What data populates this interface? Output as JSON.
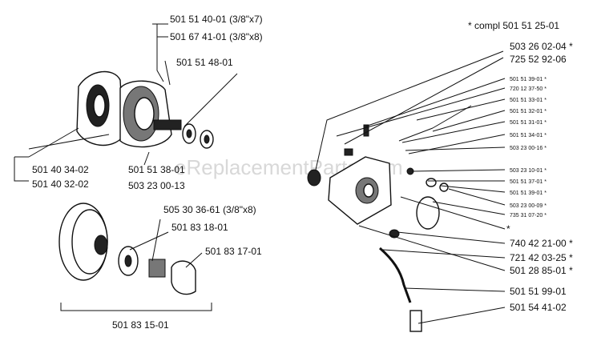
{
  "watermark": "eReplacementParts.com",
  "left_labels": {
    "l1": "501 51 40-01 (3/8\"x7)",
    "l2": "501 67 41-01 (3/8\"x8)",
    "l3": "501 51 48-01",
    "l4": "501 40 34-02",
    "l5": "501 40 32-02",
    "l6": "501 51 38-01",
    "l7": "503 23 00-13",
    "l8": "505 30 36-61 (3/8\"x8)",
    "l9": "501 83 18-01",
    "l10": "501 83 17-01",
    "l11": "501 83 15-01"
  },
  "right_labels": {
    "compl": "* compl 501 51 25-01",
    "r1": "503 26 02-04 *",
    "r2": "725 52 92-06",
    "r3": "740 42 21-00 *",
    "r4": "721 42 03-25 *",
    "r5": "501 28 85-01 *",
    "r6": "501 51 99-01",
    "r7": "501 54 41-02",
    "star": "*"
  },
  "small_labels": [
    "501 51 39-01 *",
    "720 12 37-50 *",
    "501 51 33-01 *",
    "501 51 32-01 *",
    "501 51 31-01 *",
    "501 51 34-01 *",
    "503 23 00-16 *",
    "503 23 10-01 *",
    "501 51 37-01 *",
    "501 51 39-01 *",
    "503 23 00-09 *",
    "735 31 07-20 *"
  ]
}
